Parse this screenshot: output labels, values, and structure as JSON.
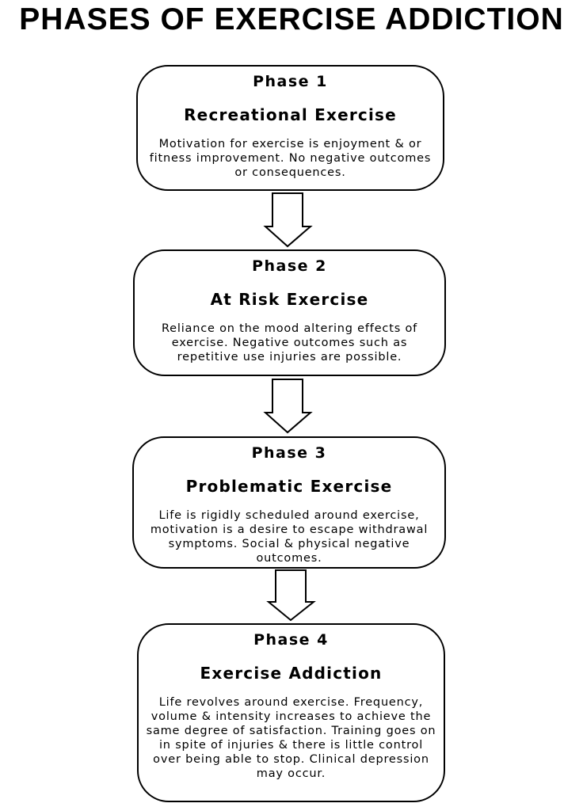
{
  "title": "PHASES OF EXERCISE ADDICTION",
  "phases": [
    {
      "number": "Phase 1",
      "name": "Recreational Exercise",
      "description": "Motivation for exercise is enjoyment & or fitness improvement. No negative outcomes or consequences."
    },
    {
      "number": "Phase 2",
      "name": "At Risk Exercise",
      "description": "Reliance on the mood altering effects of exercise. Negative outcomes such as repetitive use injuries are possible."
    },
    {
      "number": "Phase 3",
      "name": "Problematic Exercise",
      "description": "Life is rigidly scheduled around exercise, motivation is a desire to escape withdrawal symptoms. Social & physical negative outcomes."
    },
    {
      "number": "Phase 4",
      "name": "Exercise Addiction",
      "description": "Life revolves around exercise. Frequency, volume & intensity increases to achieve the same degree of satisfaction. Training goes on in spite of injuries & there is little control over being able to stop. Clinical depression may occur."
    }
  ],
  "arrow_icon": "down-arrow-icon",
  "colors": {
    "stroke": "#000000",
    "background": "#ffffff"
  }
}
